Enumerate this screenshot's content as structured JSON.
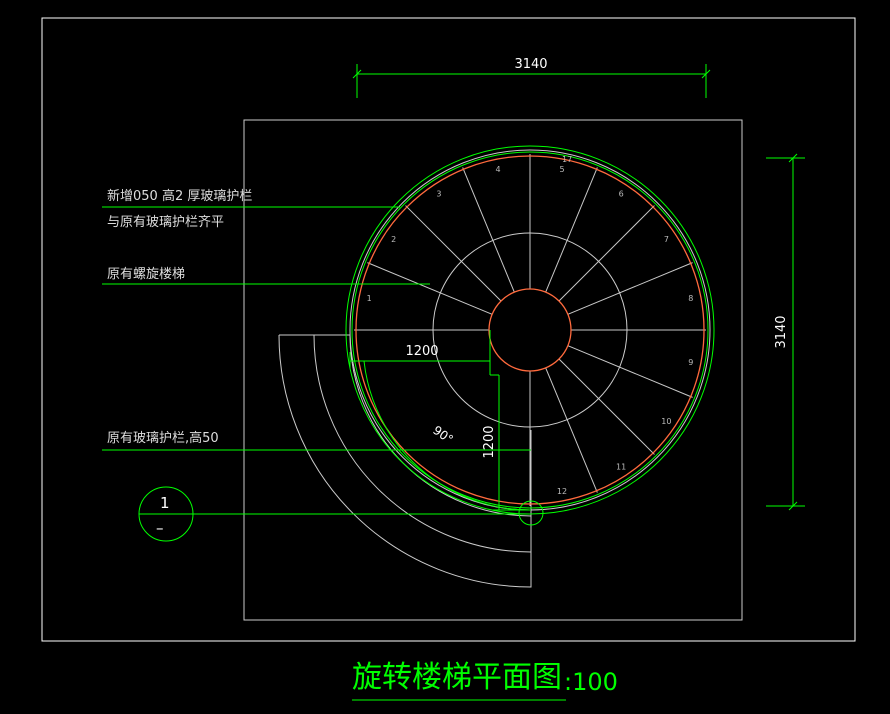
{
  "drawing": {
    "title": "旋转楼梯平面图",
    "scale": ":100",
    "colors": {
      "background": "#000000",
      "frame": "#ffffff",
      "geometry": "#c8c8c8",
      "dimension": "#00ff00",
      "post": "#ff6a3d"
    }
  },
  "dimensions": {
    "top_width": "3140",
    "right_height": "3140",
    "inner_horizontal": "1200",
    "inner_vertical": "1200",
    "angle": "90°"
  },
  "annotations": {
    "new_railing_line1": "新增050   高2 厚玻璃护栏",
    "new_railing_line2": "与原有玻璃护栏齐平",
    "existing_spiral_stair": "原有螺旋楼梯",
    "existing_glass_railing": "原有玻璃护栏,高50"
  },
  "section_marker": {
    "number": "1",
    "sheet": "–"
  },
  "steps": [
    "1",
    "2",
    "3",
    "4",
    "5",
    "6",
    "7",
    "8",
    "9",
    "10",
    "11",
    "12"
  ],
  "top_mark": "17"
}
